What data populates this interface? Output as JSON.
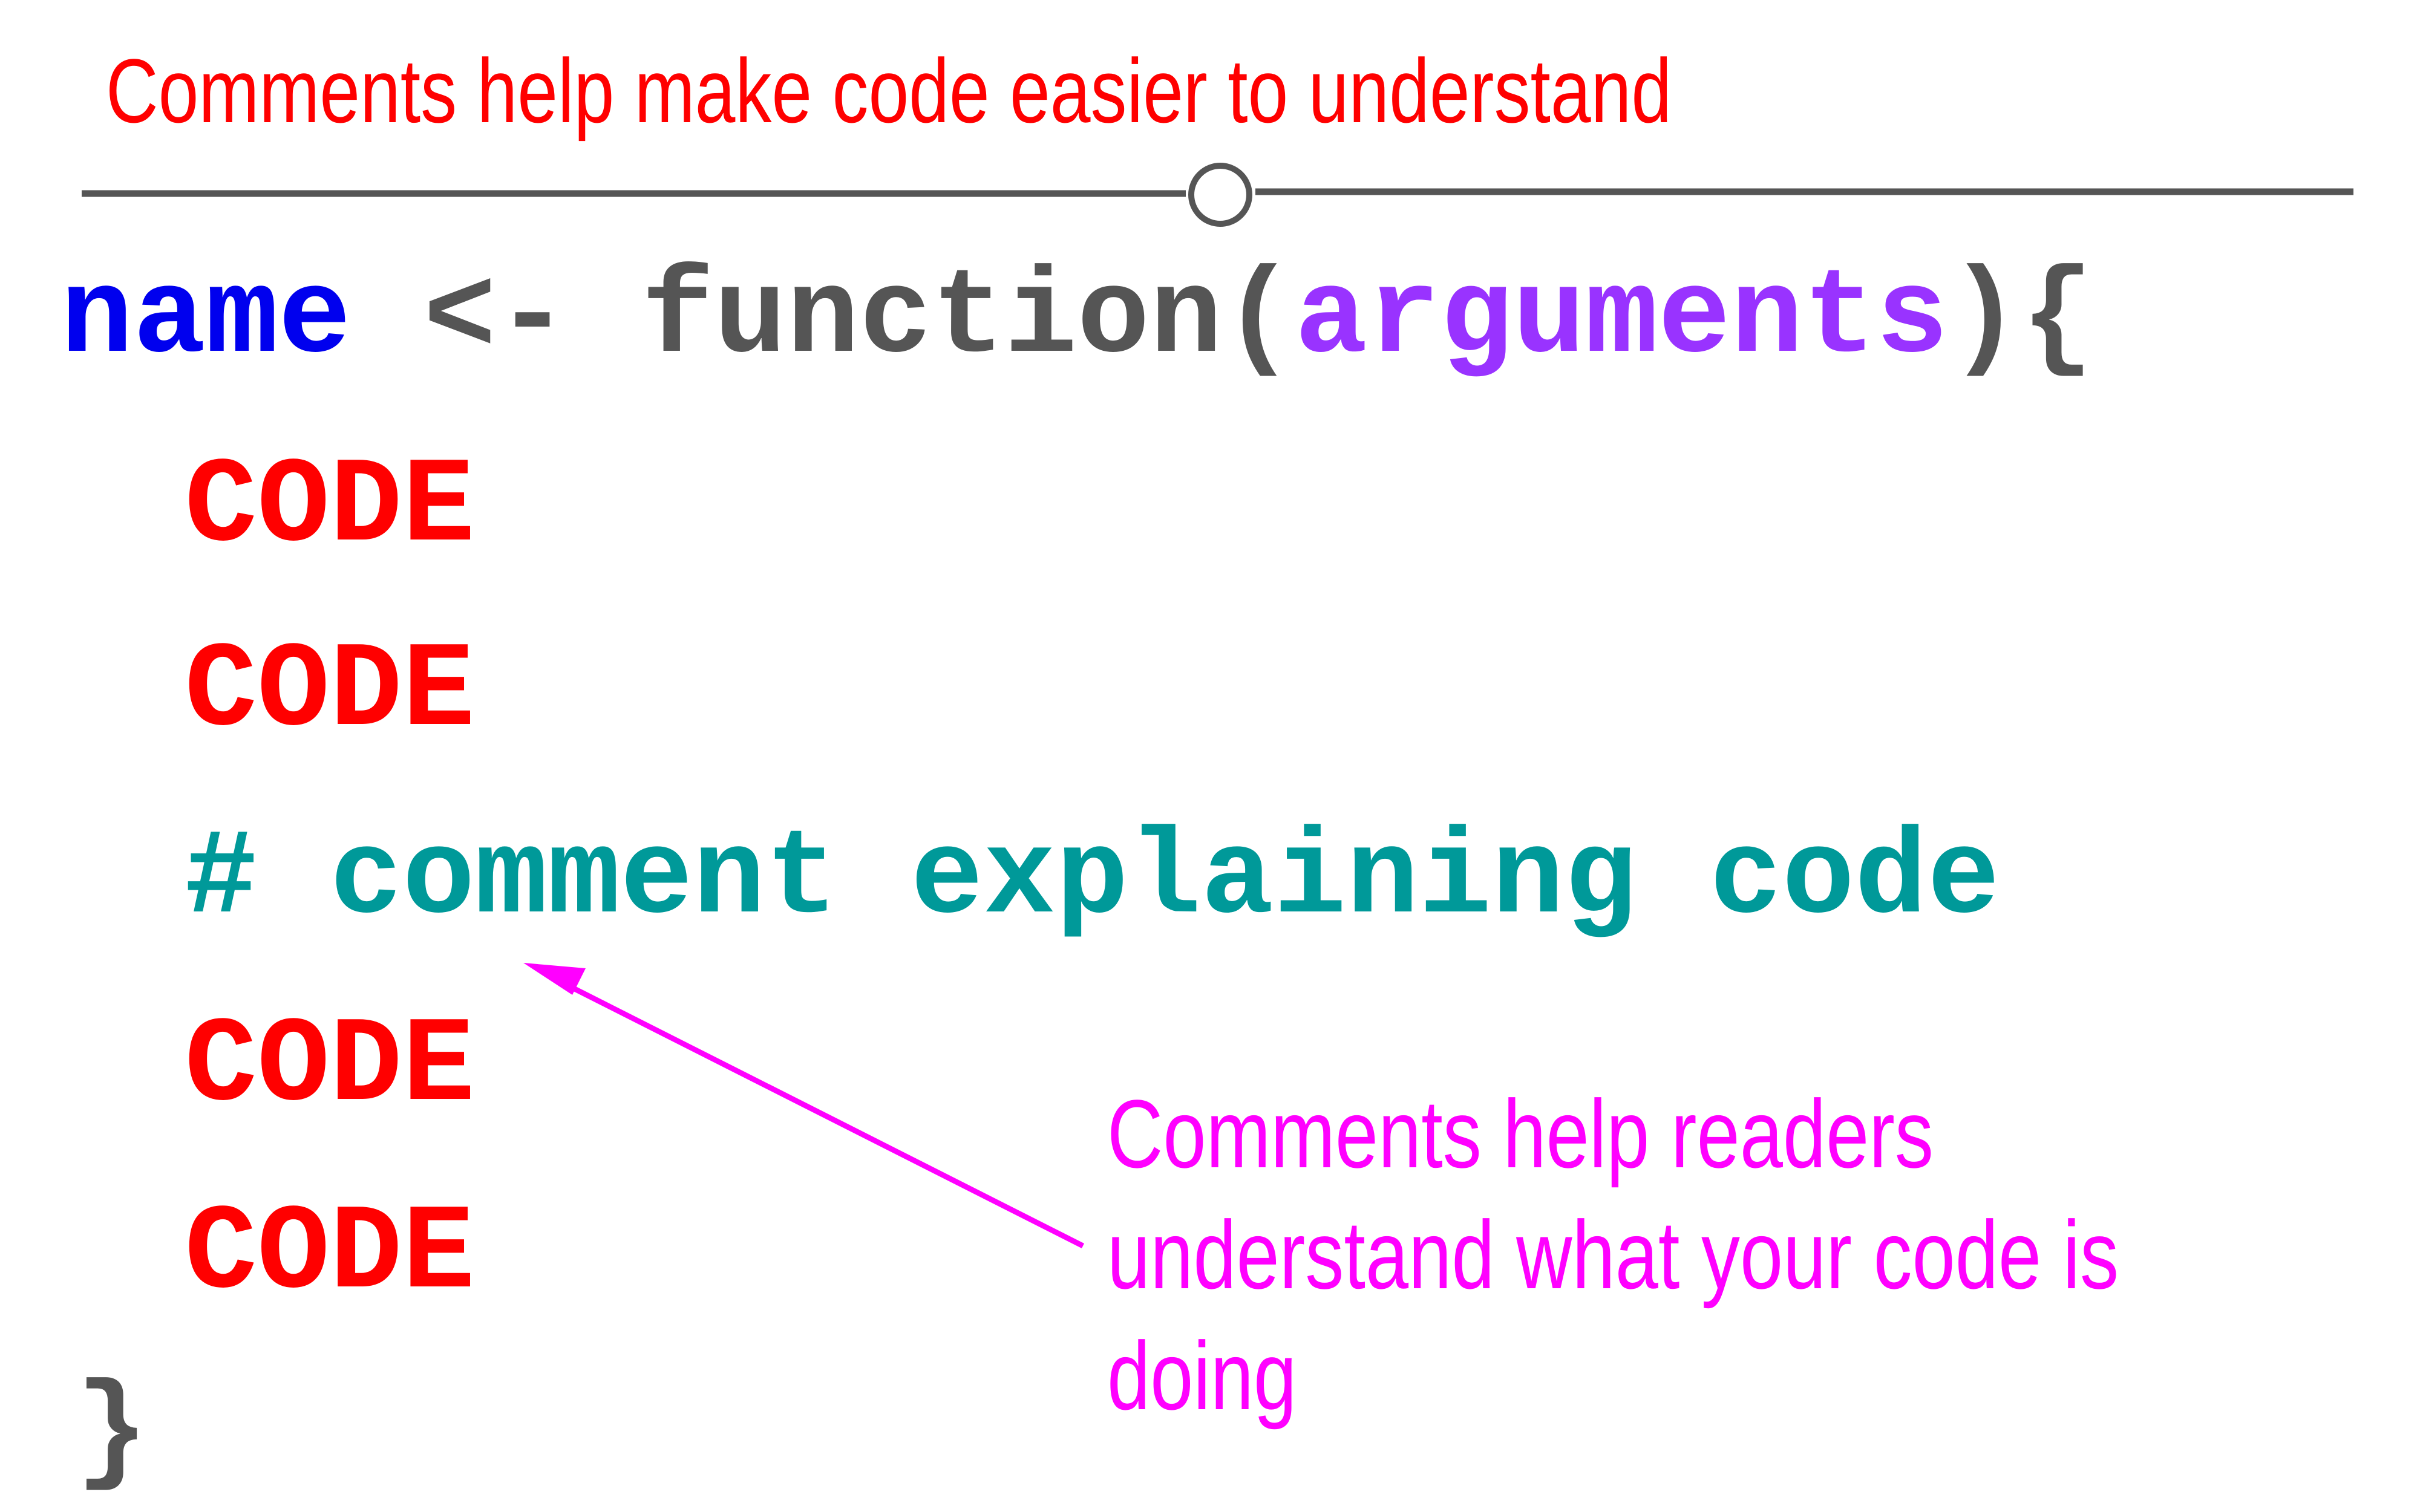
{
  "title": "Comments help make code easier to understand",
  "code": {
    "signature": {
      "name": "name",
      "assign": " <- ",
      "keyword": "function(",
      "args": "arguments",
      "close": "){"
    },
    "lines": [
      "CODE",
      "CODE",
      "# comment explaining code",
      "CODE",
      "CODE"
    ],
    "closing_brace": "}"
  },
  "annotation": {
    "lines": [
      "Comments help readers",
      "understand what your code is",
      "doing"
    ]
  },
  "colors": {
    "title": "#ff0000",
    "name": "#0000ee",
    "keyword": "#555555",
    "args": "#9933ff",
    "code": "#ff0000",
    "comment": "#009999",
    "annotation": "#ff00ff",
    "rule": "#555555"
  }
}
